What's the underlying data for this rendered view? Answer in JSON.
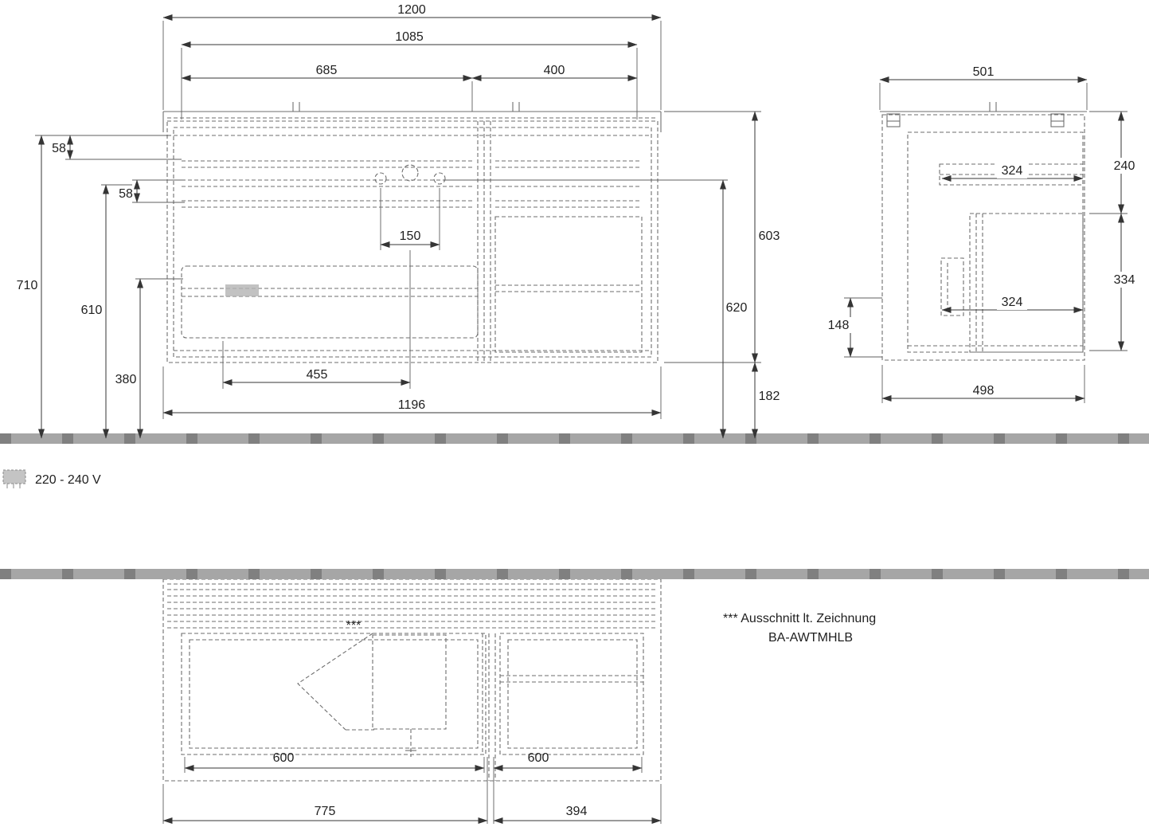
{
  "colors": {
    "background": "#ffffff",
    "drawing_line": "#6e6e6e",
    "dimension_line": "#353535",
    "text": "#1f1f1f",
    "wall_bar": "#a6a6a6"
  },
  "front_view": {
    "dim_1200": "1200",
    "dim_1085": "1085",
    "dim_685": "685",
    "dim_400": "400",
    "dim_58_top": "58",
    "dim_58_mid": "58",
    "dim_710": "710",
    "dim_610": "610",
    "dim_380": "380",
    "dim_150": "150",
    "dim_455": "455",
    "dim_1196": "1196",
    "dim_603": "603",
    "dim_620": "620",
    "dim_182": "182"
  },
  "side_view": {
    "dim_501": "501",
    "dim_240": "240",
    "dim_324_upper": "324",
    "dim_334": "334",
    "dim_324_lower": "324",
    "dim_148": "148",
    "dim_498": "498"
  },
  "plan_view": {
    "dim_600_left": "600",
    "dim_600_right": "600",
    "dim_775": "775",
    "dim_394": "394",
    "cutout_marker": "***"
  },
  "electrical": {
    "label": "220 - 240 V"
  },
  "note": {
    "line1": "*** Ausschnitt lt. Zeichnung",
    "line2": "BA-AWTMHLB"
  }
}
